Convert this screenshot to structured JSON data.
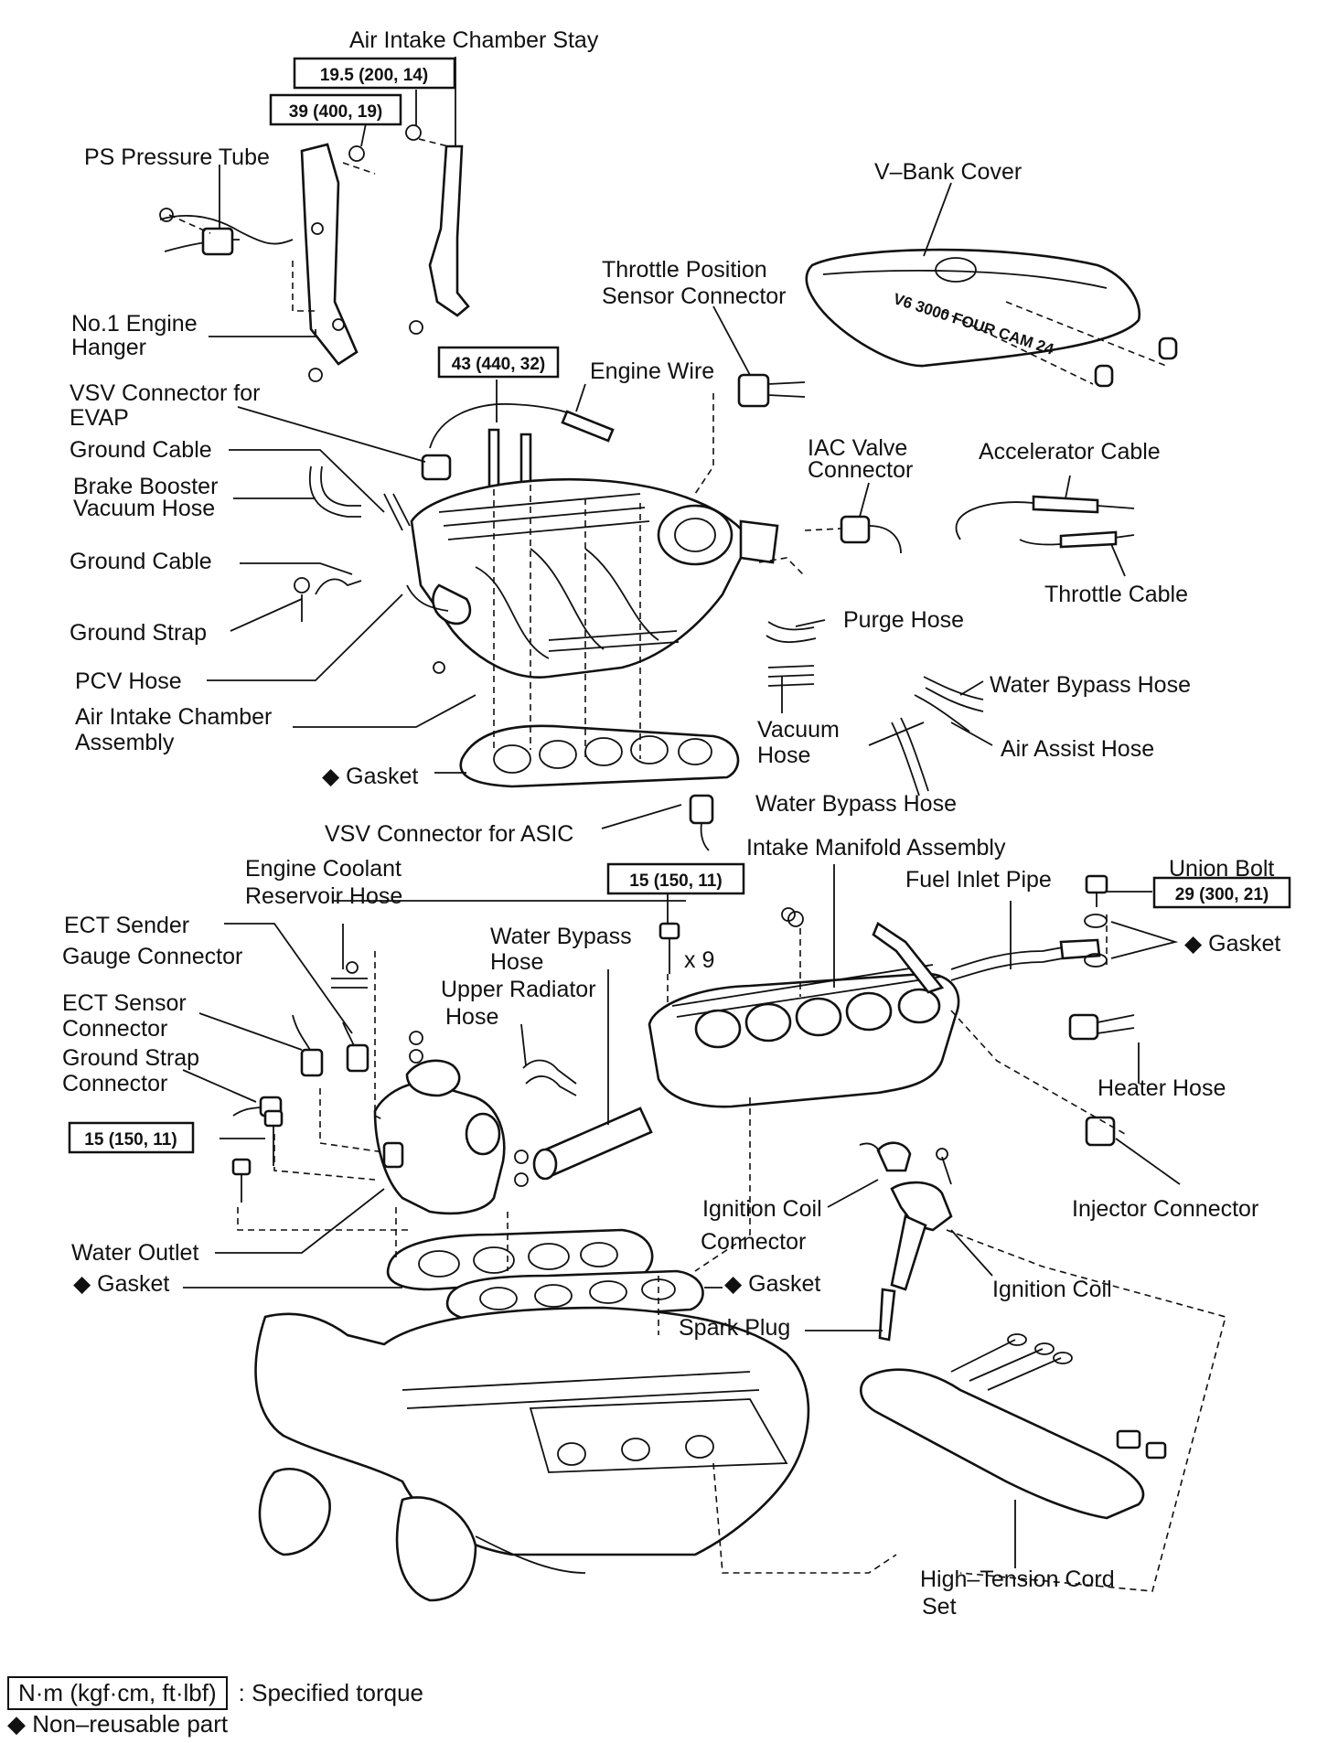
{
  "labels": {
    "air_intake_chamber_stay": "Air Intake Chamber Stay",
    "ps_pressure_tube": "PS Pressure Tube",
    "v_bank_cover": "V–Bank Cover",
    "throttle_position_sensor_connector_1": "Throttle Position",
    "throttle_position_sensor_connector_2": "Sensor Connector",
    "no1_engine_hanger_1": "No.1 Engine",
    "no1_engine_hanger_2": "Hanger",
    "engine_wire": "Engine Wire",
    "vsv_connector_evap_1": "VSV Connector for",
    "vsv_connector_evap_2": "EVAP",
    "ground_cable_top": "Ground Cable",
    "brake_booster_1": "Brake Booster",
    "brake_booster_2": "Vacuum Hose",
    "iac_valve_1": "IAC Valve",
    "iac_valve_2": "Connector",
    "accelerator_cable": "Accelerator Cable",
    "ground_cable_mid": "Ground Cable",
    "throttle_cable": "Throttle Cable",
    "ground_strap_top": "Ground Strap",
    "purge_hose": "Purge Hose",
    "pcv_hose": "PCV Hose",
    "water_bypass_hose_top": "Water Bypass Hose",
    "air_intake_chamber_1": "Air Intake Chamber",
    "air_intake_chamber_2": "Assembly",
    "vacuum_hose_1": "Vacuum",
    "vacuum_hose_2": "Hose",
    "air_assist_hose": "Air Assist Hose",
    "gasket_upper": "◆ Gasket",
    "water_bypass_hose_mid": "Water Bypass Hose",
    "vsv_connector_asic": "VSV Connector for ASIC",
    "engine_coolant_1": "Engine Coolant",
    "engine_coolant_2": "Reservoir Hose",
    "intake_manifold_assembly": "Intake Manifold Assembly",
    "union_bolt": "Union Bolt",
    "fuel_inlet_pipe": "Fuel Inlet Pipe",
    "ect_sender_1": "ECT Sender",
    "ect_sender_2": "Gauge Connector",
    "water_bypass_hose_low_1": "Water Bypass",
    "water_bypass_hose_low_2": "Hose",
    "times_nine": "x 9",
    "gasket_union": "◆ Gasket",
    "ect_sensor_1": "ECT Sensor",
    "ect_sensor_2": "Connector",
    "upper_radiator_1": "Upper Radiator",
    "upper_radiator_2": "Hose",
    "ground_strap_conn_1": "Ground Strap",
    "ground_strap_conn_2": "Connector",
    "heater_hose": "Heater Hose",
    "injector_connector": "Injector Connector",
    "ignition_coil_conn_1": "Ignition Coil",
    "ignition_coil_conn_2": "Connector",
    "water_outlet": "Water Outlet",
    "gasket_lower_left": "◆ Gasket",
    "gasket_lower_mid": "◆ Gasket",
    "ignition_coil": "Ignition Coil",
    "spark_plug": "Spark Plug",
    "high_tension_1": "High–Tension Cord",
    "high_tension_2": "Set"
  },
  "torque": {
    "stay_bolt": "19.5 (200, 14)",
    "hanger_bolt": "39 (400, 19)",
    "chamber_bolt": "43 (440, 32)",
    "manifold_bolt": "15 (150, 11)",
    "union_bolt": "29 (300, 21)",
    "water_outlet_bolt": "15 (150, 11)"
  },
  "cover_text": "V6 3000 FOUR CAM 24",
  "legend": {
    "torque_unit": "N·m (kgf·cm, ft·lbf)",
    "torque_desc": ": Specified torque",
    "nonreusable": "◆ Non–reusable part"
  }
}
